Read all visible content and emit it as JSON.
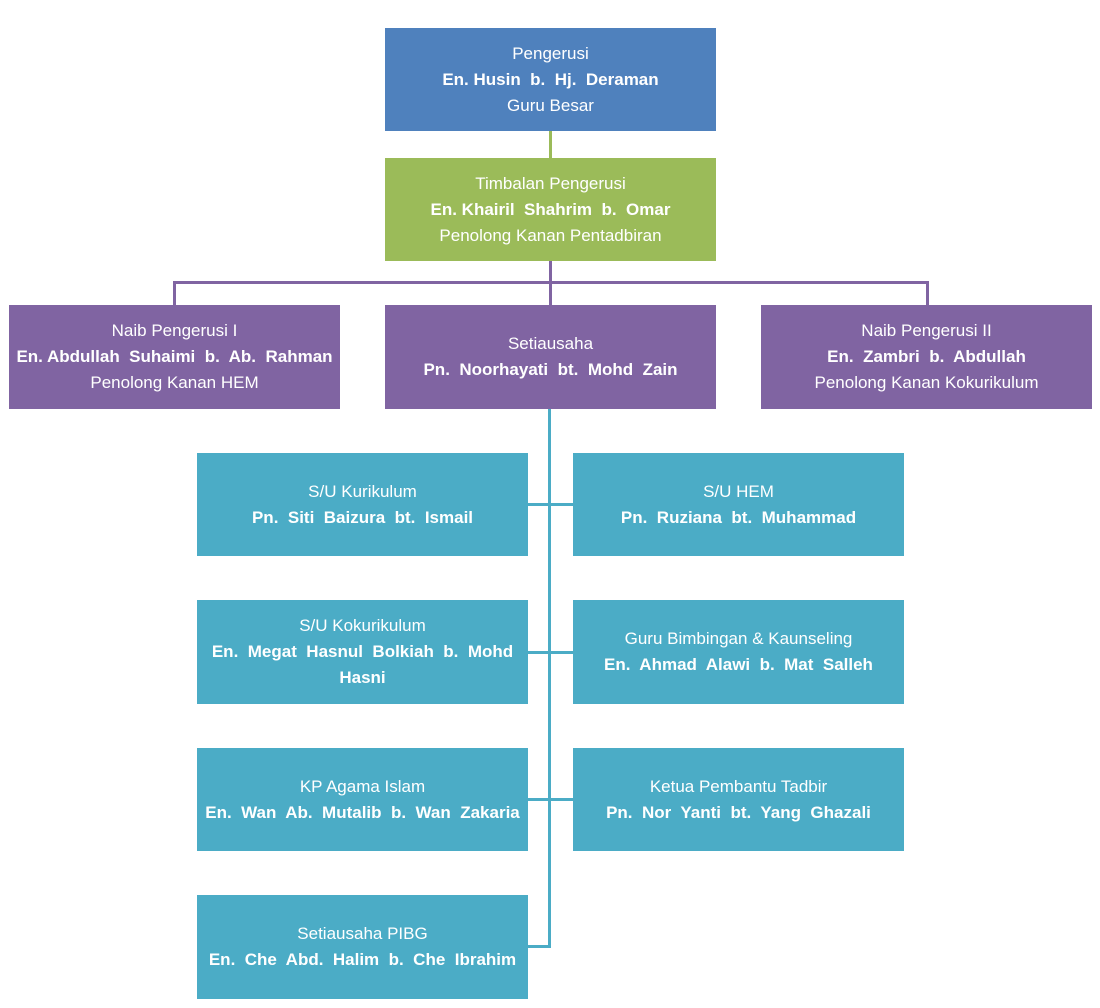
{
  "colors": {
    "top": "#4f81bd",
    "deputy": "#9bbb59",
    "committee": "#8064a2",
    "secretaries": "#4bacc6",
    "text": "#ffffff"
  },
  "org": {
    "chairman": {
      "role": "Pengerusi",
      "name": "En. Husin  b.  Hj.  Deraman",
      "post": "Guru Besar"
    },
    "deputy_chairman": {
      "role": "Timbalan Pengerusi",
      "name": "En. Khairil  Shahrim  b.  Omar",
      "post": "Penolong Kanan Pentadbiran"
    },
    "vice_chairman_1": {
      "role": "Naib Pengerusi I",
      "name": "En. Abdullah  Suhaimi  b.  Ab.  Rahman",
      "post": "Penolong Kanan HEM"
    },
    "secretary": {
      "role": "Setiausaha",
      "name": "Pn.  Noorhayati  bt.  Mohd  Zain"
    },
    "vice_chairman_2": {
      "role": "Naib Pengerusi II",
      "name": "En.  Zambri  b.  Abdullah",
      "post": "Penolong Kanan Kokurikulum"
    },
    "su_kurikulum": {
      "role": "S/U Kurikulum",
      "name": "Pn.  Siti  Baizura  bt.  Ismail"
    },
    "su_hem": {
      "role": "S/U HEM",
      "name": "Pn.  Ruziana  bt.  Muhammad"
    },
    "su_kokurikulum": {
      "role": "S/U Kokurikulum",
      "name": "En.  Megat  Hasnul  Bolkiah  b.  Mohd  Hasni"
    },
    "guru_bimbingan": {
      "role": "Guru Bimbingan & Kaunseling",
      "name": "En.  Ahmad  Alawi  b.  Mat  Salleh"
    },
    "kp_agama": {
      "role": "KP Agama Islam",
      "name": "En.  Wan  Ab.  Mutalib  b.  Wan  Zakaria"
    },
    "ketua_tadbir": {
      "role": "Ketua Pembantu Tadbir",
      "name": "Pn.  Nor  Yanti  bt.  Yang  Ghazali"
    },
    "setiausaha_pibg": {
      "role": "Setiausaha PIBG",
      "name": "En.  Che  Abd.  Halim  b.  Che  Ibrahim"
    }
  }
}
